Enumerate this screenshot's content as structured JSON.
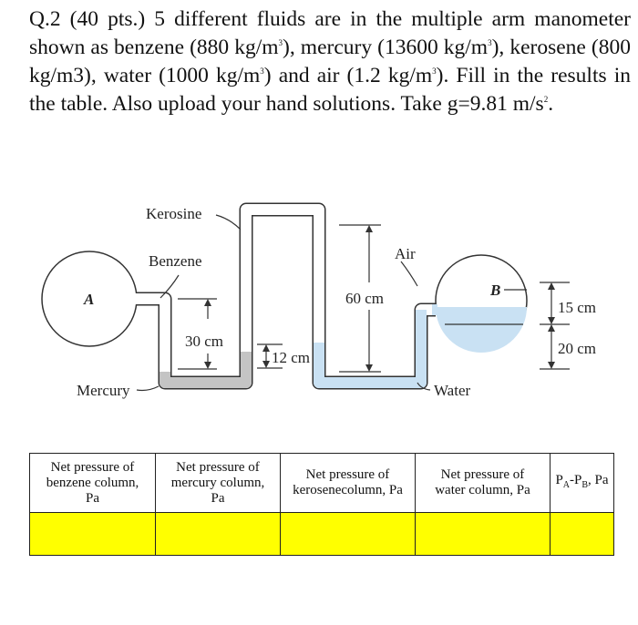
{
  "question": {
    "part1": "Q.2 (40 pts.) 5 different fluids are in the multiple arm manometer shown as benzene (880 kg/m",
    "sup1": "3",
    "part2": "), mercury (13600 kg/m",
    "sup2": "3",
    "part3": "), kerosene (800 kg/m3), water (1000 kg/m",
    "sup3": "3",
    "part4": ") and air (1.2 kg/m",
    "sup4": "3",
    "part5": "). Fill in the results in the table. Also upload your hand solutions. Take g=9.81 m/s",
    "sup5": "2",
    "part6": "."
  },
  "diagram": {
    "labels": {
      "kerosine": "Kerosine",
      "benzene": "Benzene",
      "air": "Air",
      "tank_a": "A",
      "tank_b": "B",
      "mercury": "Mercury",
      "water": "Water"
    },
    "dimensions": {
      "d30": "30 cm",
      "d12": "12 cm",
      "d60": "60 cm",
      "d15": "15 cm",
      "d20": "20 cm"
    },
    "colors": {
      "mercury": "#c4c4c4",
      "water": "#c9e1f3",
      "tube_outline": "#333333"
    }
  },
  "table": {
    "headers": [
      {
        "lines": [
          "Net pressure of",
          "benzene column,",
          "Pa"
        ]
      },
      {
        "lines": [
          "Net pressure of",
          "mercury column,",
          "Pa"
        ]
      },
      {
        "lines": [
          "Net pressure of",
          "kerosenecolumn, Pa"
        ]
      },
      {
        "lines": [
          "Net pressure of",
          "water column, Pa"
        ]
      }
    ],
    "last_header": {
      "p": "P",
      "a": "A",
      "dash": "-P",
      "b": "B",
      "unit": ", Pa"
    },
    "answer_fill": "#ffff00"
  }
}
